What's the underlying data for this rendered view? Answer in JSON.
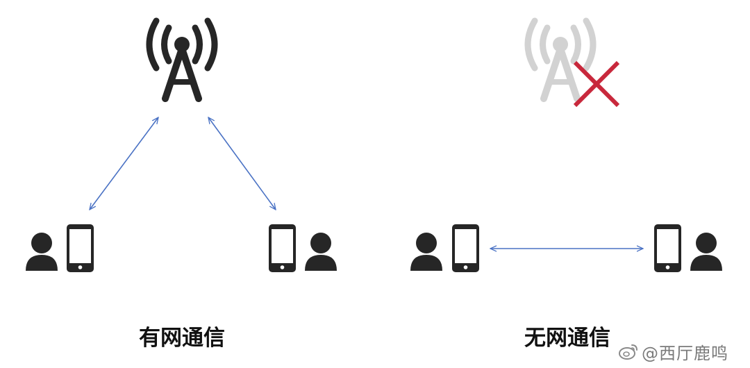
{
  "panels": {
    "left": {
      "caption": "有网通信"
    },
    "right": {
      "caption": "无网通信"
    }
  },
  "watermark": {
    "handle": "@西厅鹿鸣"
  },
  "icons": {
    "tower_active": "cell-tower-icon",
    "tower_inactive": "cell-tower-offline-icon",
    "no_signal_mark": "cross-icon",
    "person": "person-icon",
    "phone": "smartphone-icon",
    "watermark_logo": "weibo-icon"
  },
  "colors": {
    "icon": "#262626",
    "tower_offline": "#d2d2d2",
    "cross": "#c8283c",
    "arrow": "#4a72c4",
    "caption": "#111111",
    "watermark": "#7a7a7a"
  }
}
